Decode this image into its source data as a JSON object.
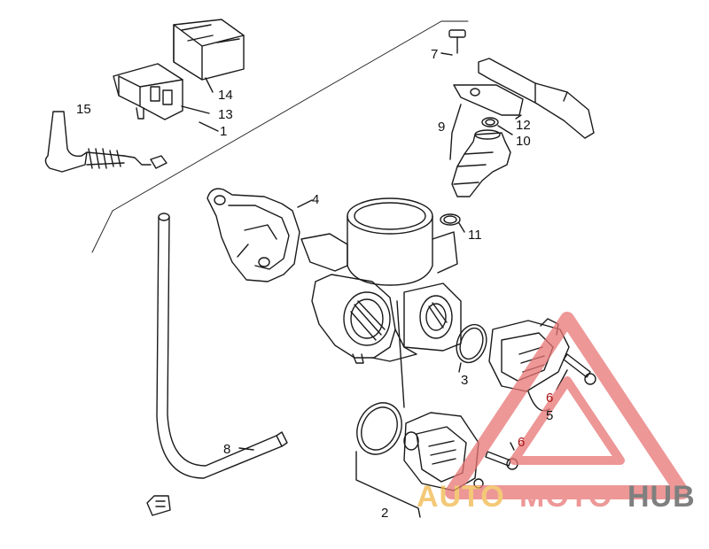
{
  "callouts": {
    "c1": "1",
    "c2": "2",
    "c3": "3",
    "c4": "4",
    "c5": "5",
    "c6a": "6",
    "c6b": "6",
    "c7": "7",
    "c8": "8",
    "c9": "9",
    "c10": "10",
    "c11": "11",
    "c12": "12",
    "c13": "13",
    "c14": "14",
    "c15": "15"
  },
  "watermark": {
    "auto": "AUTO",
    "moto": "MOTO",
    "hub": "HUB"
  },
  "colors": {
    "line": "#1a1a1a",
    "watermark_red": "#e87575",
    "watermark_orange": "#f0b84a",
    "watermark_gray": "#555555"
  }
}
